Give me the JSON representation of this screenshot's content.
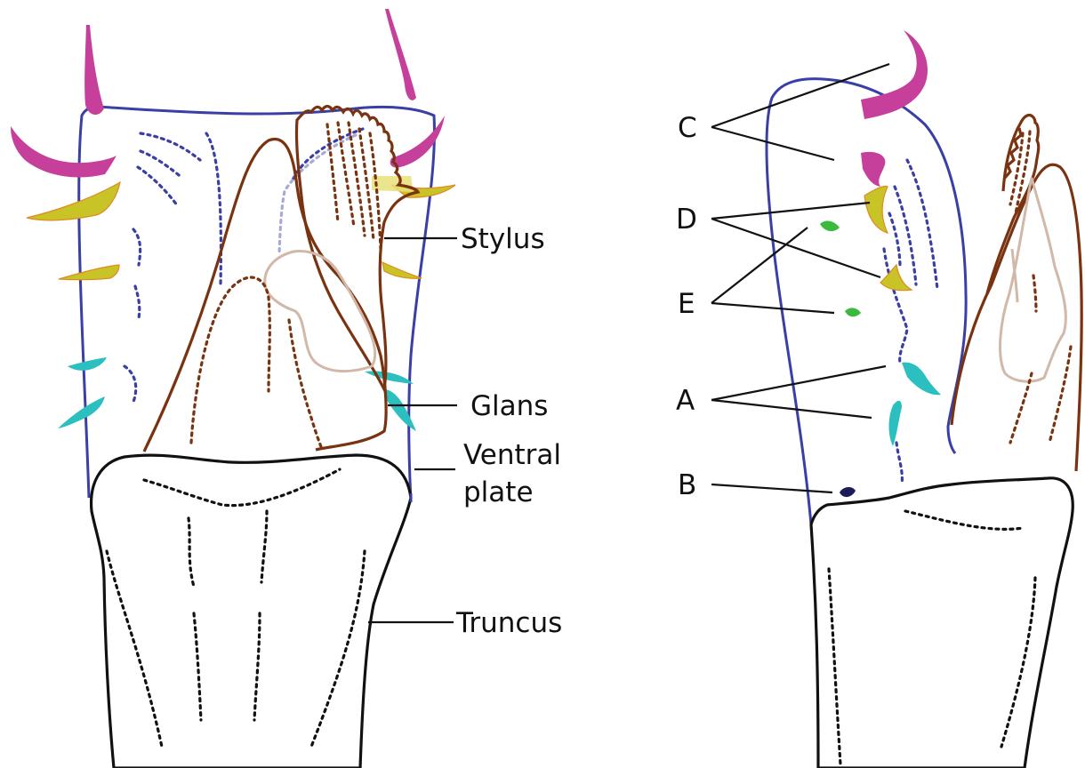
{
  "labels": {
    "stylus": "Stylus",
    "glans": "Glans",
    "ventral_plate_line1": "Ventral",
    "ventral_plate_line2": "plate",
    "truncus": "Truncus",
    "c": "C",
    "d": "D",
    "e": "E",
    "a": "A",
    "b": "B"
  },
  "colors": {
    "spine_c": "#c63f9b",
    "spine_d": "#c8c428",
    "spine_d_edge": "#e08a20",
    "spine_a": "#2bbfc0",
    "spine_e": "#3dba3d",
    "spine_b": "#1c1c5a",
    "ventral_plate_outline": "#3a3fa6",
    "glans_outline": "#7a3310",
    "stylus_outline": "#d2b8a8",
    "truncus_outline": "#111111"
  }
}
